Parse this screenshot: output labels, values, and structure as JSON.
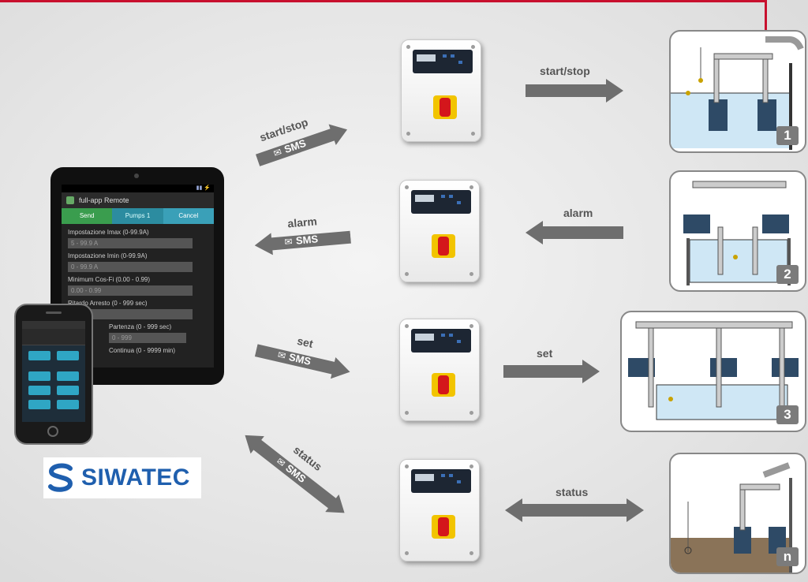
{
  "diagram": {
    "links": [
      {
        "id": "start-stop",
        "remote_label": "start/stop",
        "remote_channel": "SMS",
        "local_label": "start/stop",
        "badge": "1"
      },
      {
        "id": "alarm",
        "remote_label": "alarm",
        "remote_channel": "SMS",
        "local_label": "alarm",
        "badge": "2"
      },
      {
        "id": "set",
        "remote_label": "set",
        "remote_channel": "SMS",
        "local_label": "set",
        "badge": "3"
      },
      {
        "id": "status",
        "remote_label": "status",
        "remote_channel": "SMS",
        "local_label": "status",
        "badge": "n"
      }
    ],
    "colors": {
      "arrow": "#6e6e6e",
      "frame_line": "#c8102e",
      "logo": "#1f5fae",
      "water": "#cfe7f5",
      "ground": "#8a7358",
      "switch": "#f2c400",
      "knob": "#d4161b"
    }
  },
  "tablet": {
    "app_title": "full-app Remote",
    "buttons": [
      "Send",
      "Pumps 1",
      "Cancel"
    ],
    "rows": [
      {
        "label": "Impostazione Imax (0-99.9A)",
        "value": "5 - 99.9 A"
      },
      {
        "label": "Impostazione Imin (0-99.9A)",
        "value": "0 - 99.9 A"
      },
      {
        "label": "Minimum Cos-Fi (0.00 - 0.99)",
        "value": "0.00 - 0.99"
      },
      {
        "label": "Ritardo Arresto (0 - 999 sec)",
        "value": "0 - 999"
      },
      {
        "label": "Partenza (0 - 999 sec)",
        "value": "0 - 999"
      },
      {
        "label": "Continua (0 - 9999 min)",
        "value": ""
      }
    ]
  },
  "logo": {
    "text": "SIWATEC"
  }
}
